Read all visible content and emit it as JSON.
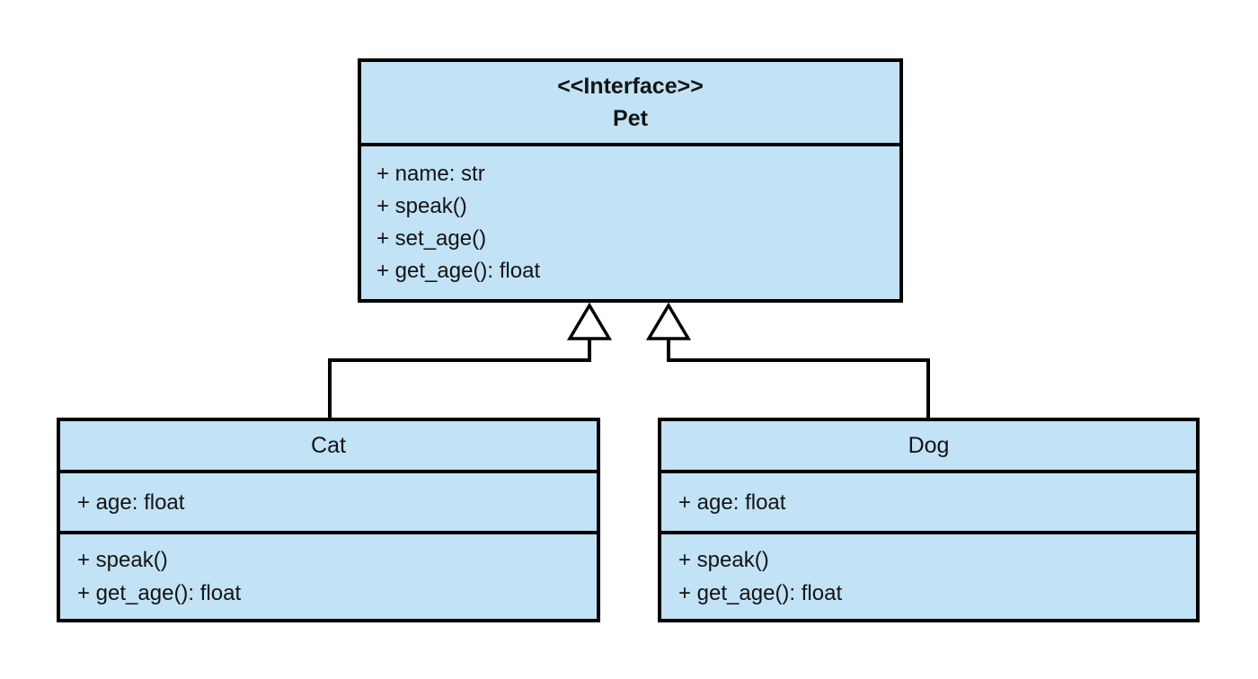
{
  "colors": {
    "canvas-bg": "#ffffff",
    "node-fill": "#c2e2f5",
    "node-stroke": "#000000",
    "text": "#141414"
  },
  "diagram": {
    "type": "uml-class-diagram",
    "classes": {
      "pet": {
        "stereotype": "<<Interface>>",
        "name": "Pet",
        "members": [
          "+ name: str",
          "+ speak()",
          "+ set_age()",
          "+ get_age(): float"
        ]
      },
      "cat": {
        "name": "Cat",
        "attributes": [
          "+ age: float"
        ],
        "methods": [
          "+ speak()",
          "+ get_age(): float"
        ]
      },
      "dog": {
        "name": "Dog",
        "attributes": [
          "+ age: float"
        ],
        "methods": [
          "+ speak()",
          "+ get_age(): float"
        ]
      }
    },
    "relationships": [
      {
        "from": "Cat",
        "to": "Pet",
        "type": "realization",
        "marker": "hollow-triangle"
      },
      {
        "from": "Dog",
        "to": "Pet",
        "type": "realization",
        "marker": "hollow-triangle"
      }
    ]
  }
}
